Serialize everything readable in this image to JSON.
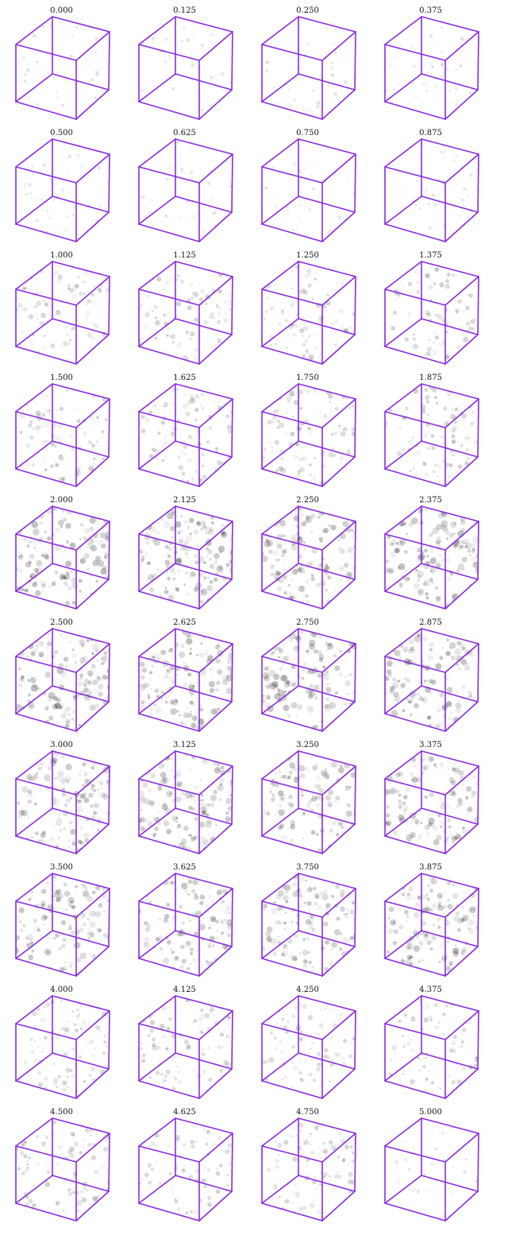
{
  "style": {
    "edge_color": "#8a2be2",
    "texture_color": "#000000"
  },
  "frames": [
    {
      "label": "0.000",
      "density": 0.1
    },
    {
      "label": "0.125",
      "density": 0.1
    },
    {
      "label": "0.250",
      "density": 0.1
    },
    {
      "label": "0.375",
      "density": 0.1
    },
    {
      "label": "0.500",
      "density": 0.09
    },
    {
      "label": "0.625",
      "density": 0.09
    },
    {
      "label": "0.750",
      "density": 0.09
    },
    {
      "label": "0.875",
      "density": 0.09
    },
    {
      "label": "1.000",
      "density": 0.35
    },
    {
      "label": "1.125",
      "density": 0.35
    },
    {
      "label": "1.250",
      "density": 0.35
    },
    {
      "label": "1.375",
      "density": 0.35
    },
    {
      "label": "1.500",
      "density": 0.38
    },
    {
      "label": "1.625",
      "density": 0.38
    },
    {
      "label": "1.750",
      "density": 0.38
    },
    {
      "label": "1.875",
      "density": 0.38
    },
    {
      "label": "2.000",
      "density": 0.62
    },
    {
      "label": "2.125",
      "density": 0.62
    },
    {
      "label": "2.250",
      "density": 0.62
    },
    {
      "label": "2.375",
      "density": 0.62
    },
    {
      "label": "2.500",
      "density": 0.62
    },
    {
      "label": "2.625",
      "density": 0.62
    },
    {
      "label": "2.750",
      "density": 0.62
    },
    {
      "label": "2.875",
      "density": 0.62
    },
    {
      "label": "3.000",
      "density": 0.55
    },
    {
      "label": "3.125",
      "density": 0.55
    },
    {
      "label": "3.250",
      "density": 0.55
    },
    {
      "label": "3.375",
      "density": 0.55
    },
    {
      "label": "3.500",
      "density": 0.55
    },
    {
      "label": "3.625",
      "density": 0.55
    },
    {
      "label": "3.750",
      "density": 0.55
    },
    {
      "label": "3.875",
      "density": 0.55
    },
    {
      "label": "4.000",
      "density": 0.32
    },
    {
      "label": "4.125",
      "density": 0.32
    },
    {
      "label": "4.250",
      "density": 0.32
    },
    {
      "label": "4.375",
      "density": 0.32
    },
    {
      "label": "4.500",
      "density": 0.34
    },
    {
      "label": "4.625",
      "density": 0.34
    },
    {
      "label": "4.750",
      "density": 0.34
    },
    {
      "label": "5.000",
      "density": 0.14
    }
  ]
}
